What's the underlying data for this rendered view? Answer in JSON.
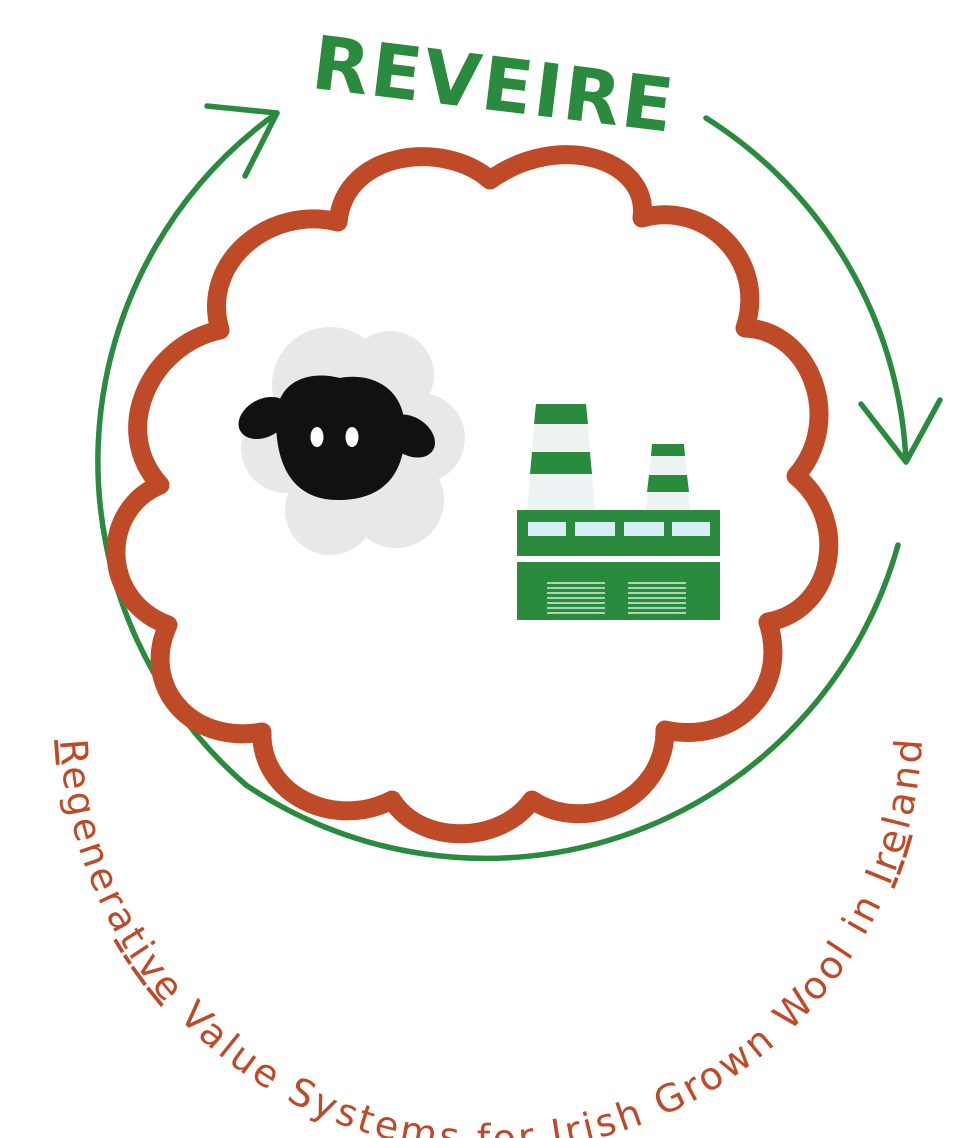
{
  "logo": {
    "title": "REVEIRE",
    "tagline": {
      "segments": [
        {
          "text": "R",
          "underline": true
        },
        {
          "text": "egenera",
          "underline": false
        },
        {
          "text": "tive",
          "underline": true
        },
        {
          "text": " Value Systems for Irish Grown Wool in ",
          "underline": false
        },
        {
          "text": "Ire",
          "underline": true
        },
        {
          "text": "land",
          "underline": false
        }
      ]
    },
    "icons": [
      "sheep-icon",
      "factory-icon"
    ],
    "colors": {
      "green": "#2A8A3E",
      "rust": "#BF4A28",
      "wool_grey": "#E7E8E8",
      "window_blue": "#D6EFF4",
      "black": "#111111",
      "white": "#FFFFFF"
    }
  }
}
